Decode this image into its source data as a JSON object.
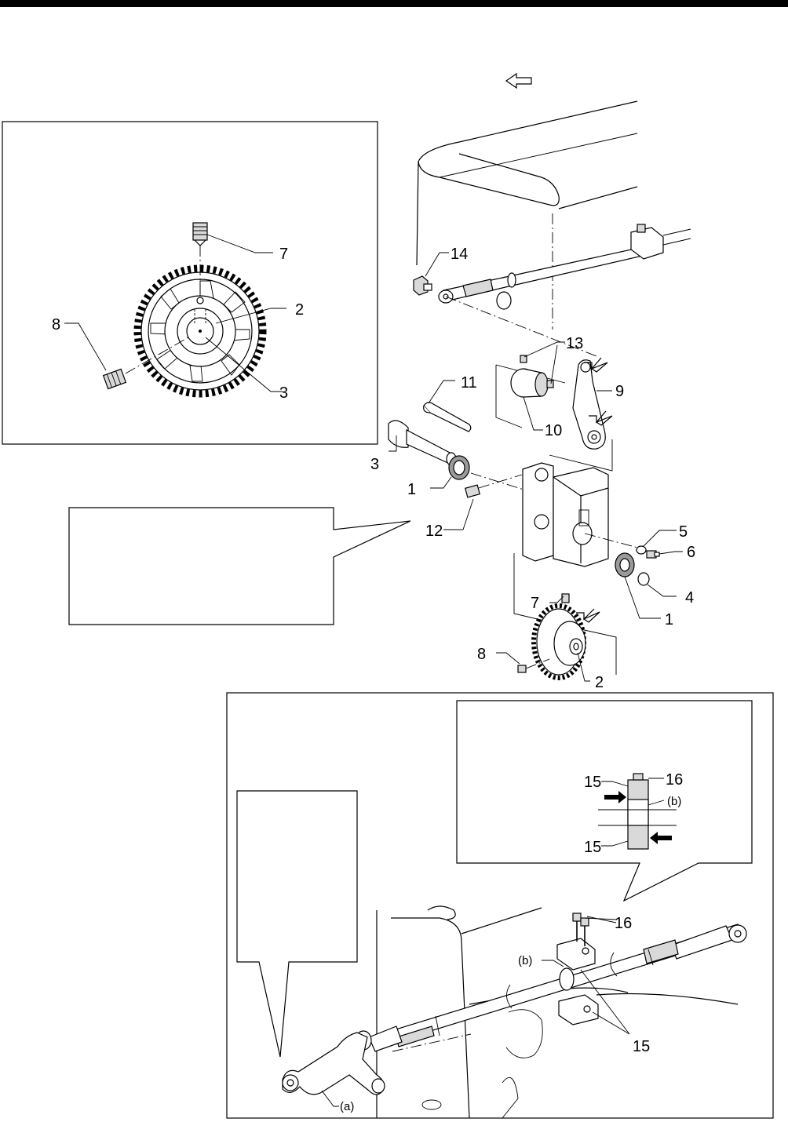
{
  "labels": {
    "inset_gear": {
      "screw_top": "7",
      "screw_left": "8",
      "collar": "2",
      "shaft": "3"
    },
    "main": {
      "l14": "14",
      "l13": "13",
      "l11": "11",
      "l9": "9",
      "l10": "10",
      "l3": "3",
      "l1a": "1",
      "l12": "12",
      "l5": "5",
      "l6": "6",
      "l4": "4",
      "l1b": "1",
      "l7": "7",
      "l8": "8",
      "l2": "2"
    },
    "bottom": {
      "l15a": "15",
      "l16a": "16",
      "lba": "(b)",
      "l15b": "15",
      "l16b": "16",
      "lbb": "(b)",
      "l15c": "15",
      "la": "(a)"
    }
  }
}
